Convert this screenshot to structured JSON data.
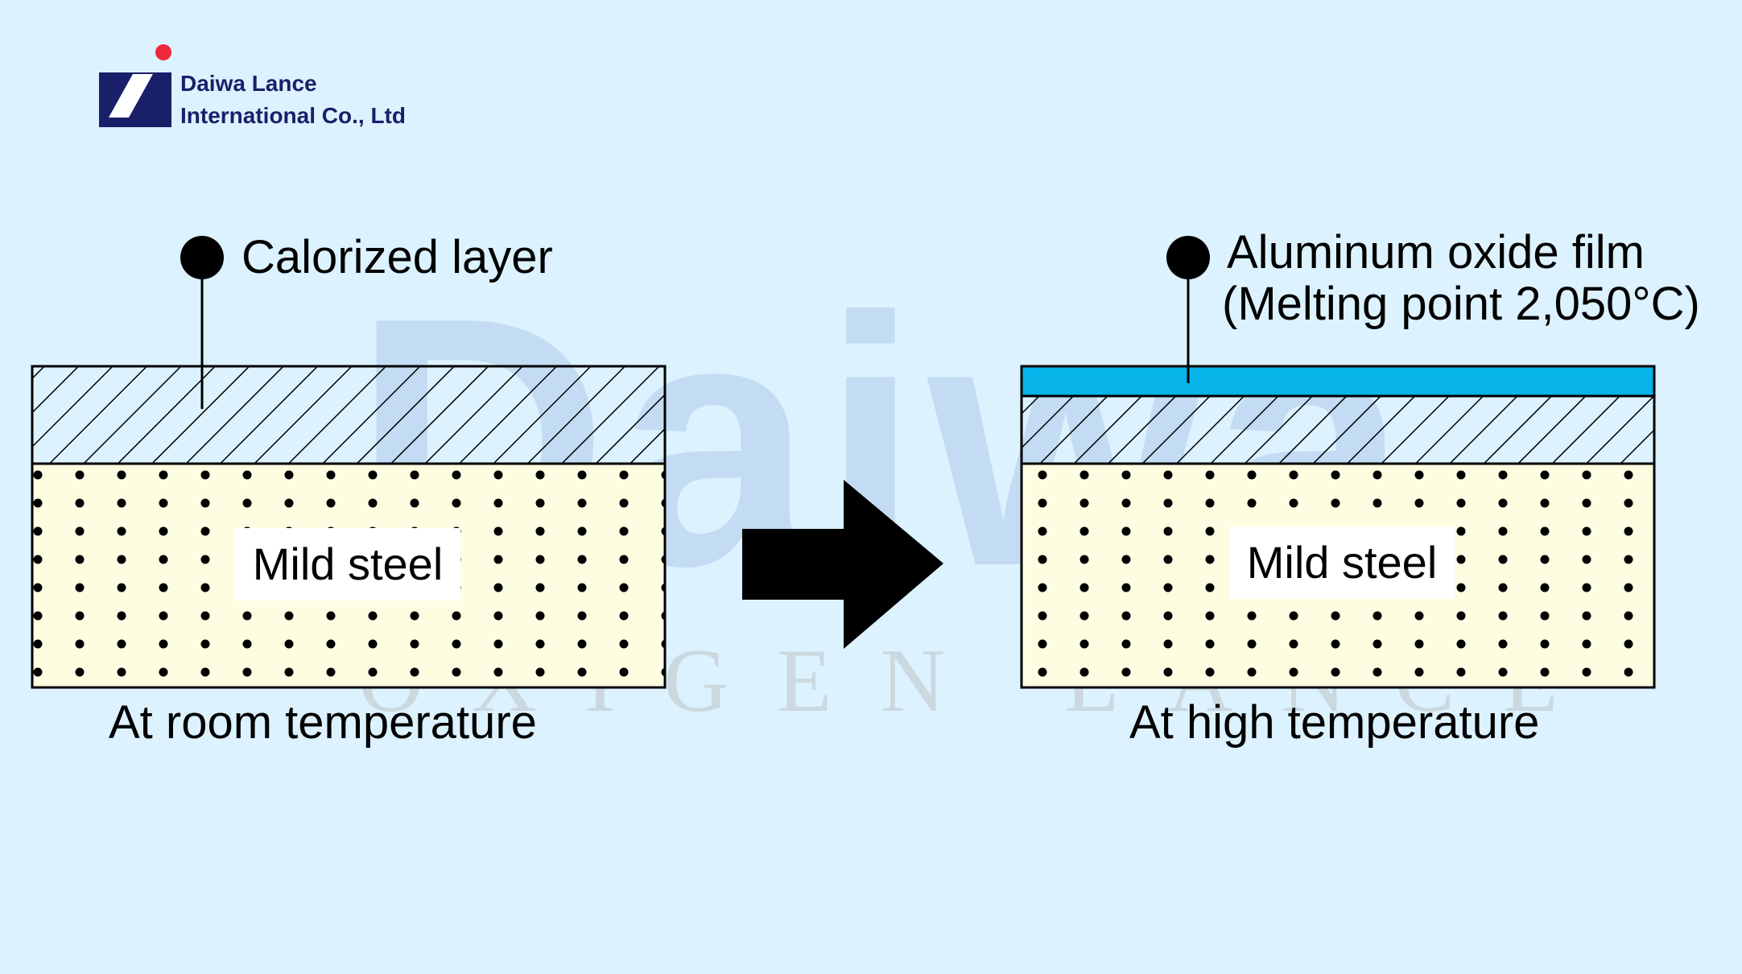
{
  "logo": {
    "line1": "Daiwa Lance",
    "line2": "International Co., Ltd",
    "colors": {
      "square": "#1a1f6a",
      "dot": "#ee2a3a",
      "slash": "#ffffff"
    }
  },
  "watermark": {
    "main": "Daiwa",
    "sub": "OXIGEN LANCE"
  },
  "left_panel": {
    "callout": "Calorized layer",
    "core_label": "Mild steel",
    "caption": "At room temperature"
  },
  "right_panel": {
    "callout_line1": "Aluminum oxide film",
    "callout_line2": "(Melting point 2,050°C)",
    "core_label": "Mild steel",
    "caption": "At high temperature"
  },
  "colors": {
    "background": "#dcf2fe",
    "steel_fill": "#fdfde2",
    "oxide_film": "#06b4ea",
    "outline": "#000000"
  },
  "arrow_icon": "right-arrow-icon"
}
